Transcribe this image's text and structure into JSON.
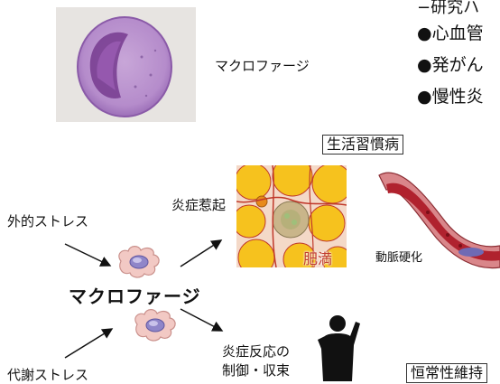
{
  "research": {
    "heading": "−研究ハ",
    "items": [
      "●心血管",
      "●発がん",
      "●慢性炎"
    ]
  },
  "labels": {
    "macrophage_photo": "マクロファージ",
    "lifestyle_box": "生活習慣病",
    "external_stress": "外的ストレス",
    "metabolic_stress": "代謝ストレス",
    "macrophage_center": "マクロファージ",
    "inflammation_trigger": "炎症惹起",
    "obesity": "肥満",
    "arteriosclerosis": "動脈硬化",
    "resolution_line1": "炎症反応の",
    "resolution_line2": "制御・収束",
    "homeostasis_box": "恒常性維持"
  }
}
